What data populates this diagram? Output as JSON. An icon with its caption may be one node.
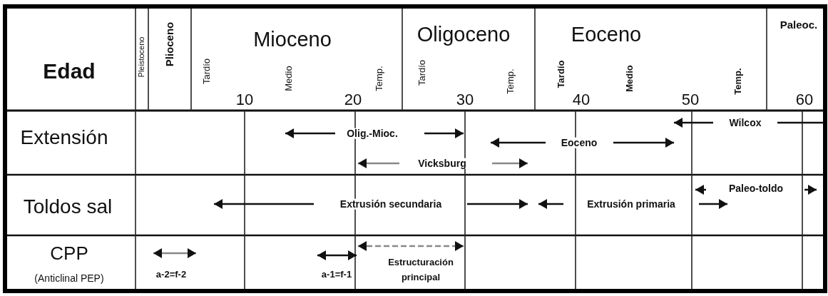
{
  "diagram": {
    "labels": [
      "Edad",
      "Pleistoceno",
      "Plioceno",
      "Mioceno",
      "Tardío",
      "Medio",
      "Temp.",
      "Oligoceno",
      "Tardío",
      "Temp.",
      "Eoceno",
      "Tardío",
      "Medio",
      "Temp.",
      "Paleoc.",
      "10",
      "20",
      "30",
      "40",
      "50",
      "60",
      "Extensión",
      "Olig.-Mioc.",
      "Wilcox",
      "Eoceno",
      "Vicksburg",
      "Toldos sal",
      "Paleo-toldo",
      "Extrusión secundaria",
      "Extrusión primaria",
      "CPP",
      "(Anticlinal PEP)",
      "a-2=f-2",
      "a-1=f-1",
      "Estructuración principal"
    ]
  }
}
